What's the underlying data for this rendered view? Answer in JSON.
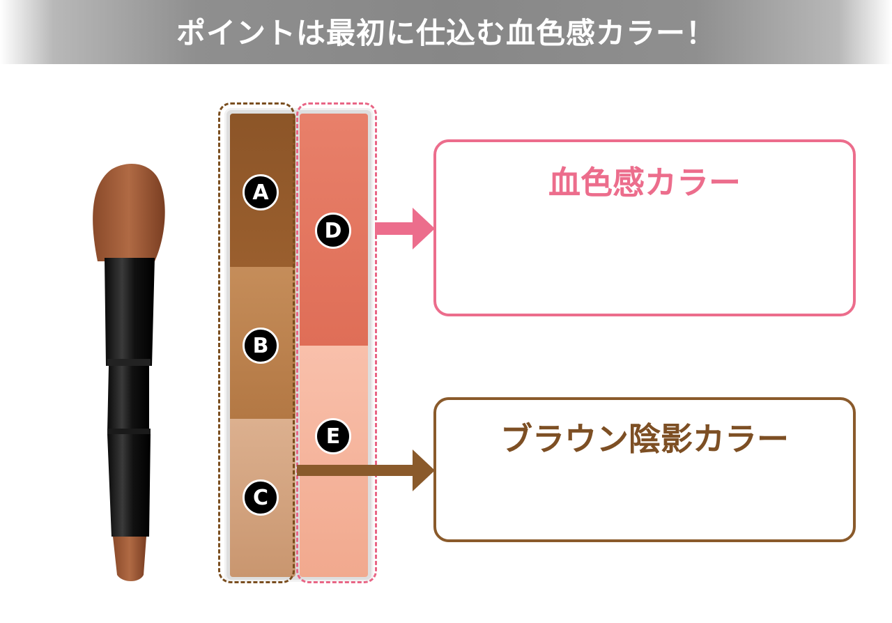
{
  "banner": {
    "title": "ポイントは最初に仕込む血色感カラー！"
  },
  "palette": {
    "shades": [
      {
        "label": "A",
        "color": "#925a2b"
      },
      {
        "label": "B",
        "color": "#bd844f"
      },
      {
        "label": "C",
        "color": "#d3a47f"
      },
      {
        "label": "D",
        "color": "#e47860"
      },
      {
        "label": "E",
        "color": "#f5b59d"
      }
    ]
  },
  "callouts": {
    "pink": {
      "title": "血色感カラー",
      "color": "#ec6d8c"
    },
    "brown": {
      "title": "ブラウン陰影カラー",
      "color": "#8a5a2b"
    }
  },
  "icons": {
    "tool": "makeup-brush-icon",
    "arrows": [
      "arrow-right-icon",
      "arrow-right-icon"
    ]
  }
}
